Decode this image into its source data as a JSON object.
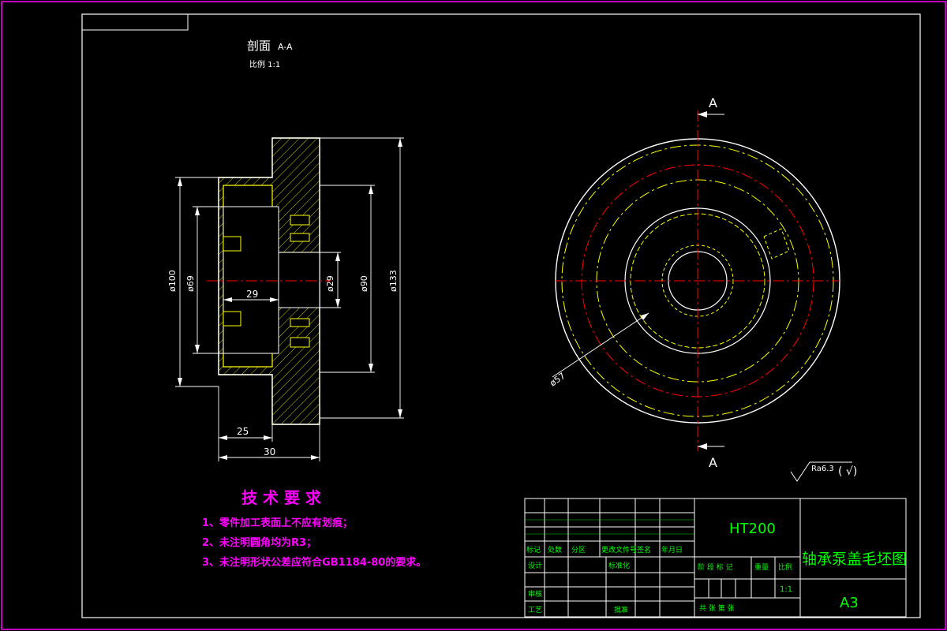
{
  "section": {
    "title": "剖面",
    "label": "A-A",
    "scale": "比例 1:1"
  },
  "dimensions": {
    "d100": "ø100",
    "d69": "ø69",
    "d29": "ø29",
    "d90": "ø90",
    "d133": "ø133",
    "len29": "29",
    "len25": "25",
    "len30": "30",
    "d57": "ø57"
  },
  "front_view": {
    "cut_top": "A",
    "cut_bottom": "A"
  },
  "surface_finish": {
    "text": "Ra6.3",
    "paren": "(  √)"
  },
  "tech_requirements": {
    "title": "技 术 要 求",
    "items": [
      "1、零件加工表面上不应有划痕；",
      "2、未注明圆角均为R3；",
      "3、未注明形状公差应符合GB1184-80的要求。"
    ]
  },
  "title_block": {
    "material": "HT200",
    "part_name": "轴承泵盖毛坯图",
    "size": "A3",
    "scale_value": "1:1",
    "rev_headers": [
      "标记",
      "处数",
      "分区",
      "更改文件号",
      "签名",
      "年月日"
    ],
    "roles": [
      "设计",
      "审核",
      "工艺"
    ],
    "roles2": [
      "标准化",
      "批准"
    ],
    "stage_headers": [
      "阶 段 标 记",
      "重量",
      "比例"
    ],
    "sheet": "共    张  第    张"
  },
  "colors": {
    "border": "#ff00ff",
    "frame": "#ffffff",
    "dimension": "#ffffff",
    "centerline": "#ff0000",
    "hidden": "#ffff00",
    "text_req": "#ff00ff",
    "title_block": "#00ff00"
  }
}
